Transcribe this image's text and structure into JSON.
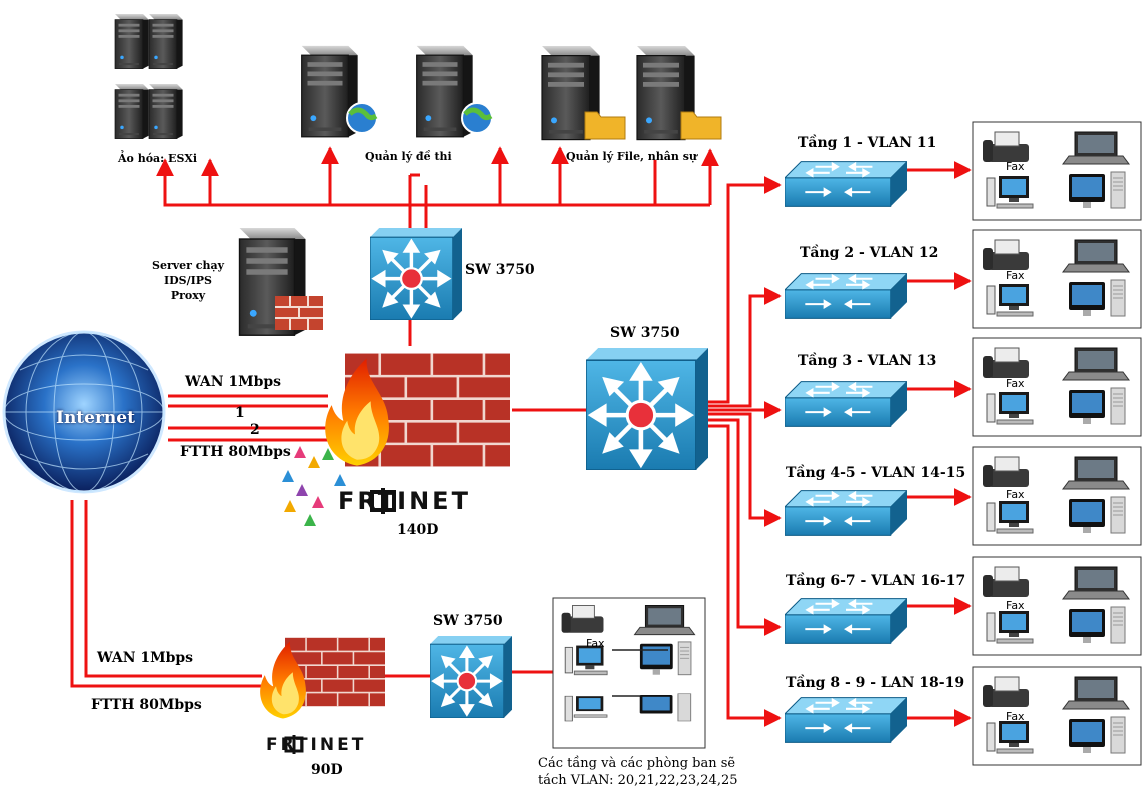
{
  "servers_top": {
    "virtualization_label": "Ảo hóa: ESXi",
    "exam_label": "Quản lý đề thi",
    "file_label": "Quản lý File, nhân sự"
  },
  "ids_server_label": [
    "Server chạy",
    "IDS/IPS",
    "Proxy"
  ],
  "core_switch_top_label": "SW 3750",
  "core_switch_main_label": "SW 3750",
  "bottom_switch_label": "SW 3750",
  "internet_label": "Internet",
  "wan_top": {
    "wan_label": "WAN 1Mbps",
    "line1": "1",
    "line2": "2",
    "ftth_label": "FTTH 80Mbps"
  },
  "wan_bottom": {
    "wan_label": "WAN 1Mbps",
    "ftth_label": "FTTH 80Mbps"
  },
  "firewall_main": {
    "brand": "FRTINET",
    "model": "140D"
  },
  "firewall_small": {
    "brand": "FRTINET",
    "model": "90D"
  },
  "floors": [
    "Tầng 1 - VLAN 11",
    "Tầng 2 - VLAN 12",
    "Tầng 3 - VLAN 13",
    "Tầng 4-5 - VLAN 14-15",
    "Tầng 6-7 - VLAN 16-17",
    "Tầng 8 - 9 - LAN 18-19"
  ],
  "fax_label": "Fax",
  "bottom_note": [
    "Các tầng và các phòng ban sẽ",
    "tách VLAN: 20,21,22,23,24,25"
  ],
  "colors": {
    "link": "#ee1111",
    "switch_blue": "#1f8fc4",
    "brick": "#c0392b",
    "globe": "#1a5fb4"
  }
}
